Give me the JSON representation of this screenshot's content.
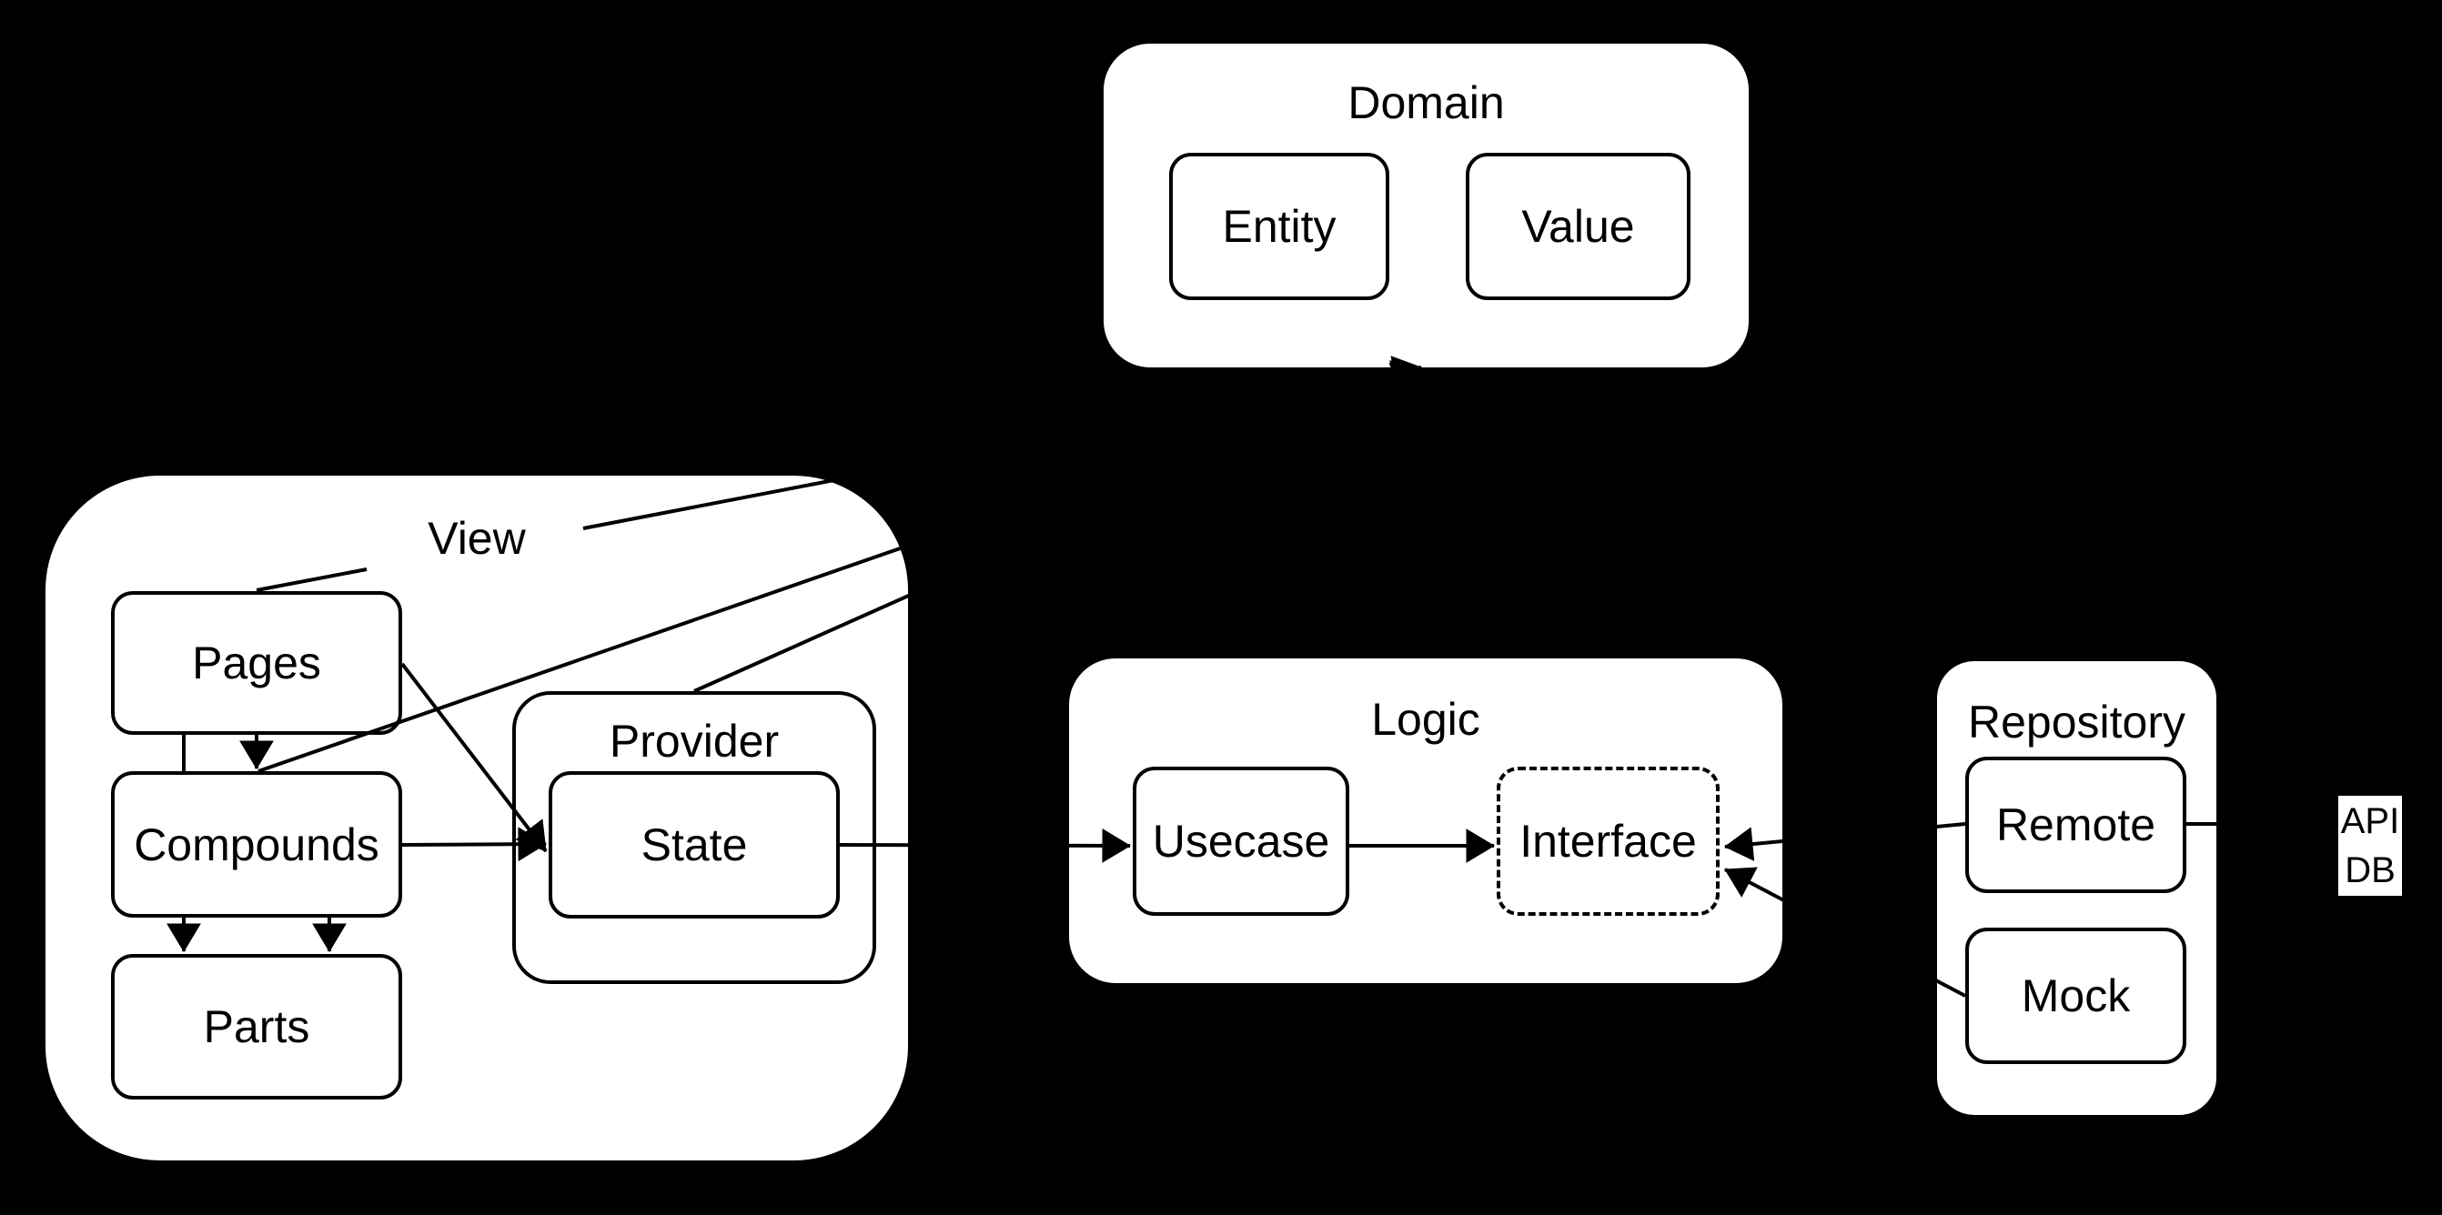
{
  "colors": {
    "background": "#000000",
    "shape_fill": "#ffffff",
    "stroke": "#000000"
  },
  "nodes": {
    "domain": {
      "label": "Domain"
    },
    "entity": {
      "label": "Entity"
    },
    "value": {
      "label": "Value"
    },
    "view": {
      "label": "View"
    },
    "pages": {
      "label": "Pages"
    },
    "compounds": {
      "label": "Compounds"
    },
    "parts": {
      "label": "Parts"
    },
    "provider": {
      "label": "Provider"
    },
    "state": {
      "label": "State"
    },
    "logic": {
      "label": "Logic"
    },
    "usecase": {
      "label": "Usecase"
    },
    "interface": {
      "label": "Interface"
    },
    "repository": {
      "label": "Repository"
    },
    "remote": {
      "label": "Remote"
    },
    "mock": {
      "label": "Mock"
    },
    "api_db": {
      "line1": "API",
      "line2": "DB"
    }
  },
  "edges": [
    {
      "from": "pages",
      "to": "domain"
    },
    {
      "from": "compounds",
      "to": "domain"
    },
    {
      "from": "provider",
      "to": "domain"
    },
    {
      "from": "pages",
      "to": "compounds",
      "style": "plain-line"
    },
    {
      "from": "pages",
      "to": "compounds",
      "style": "arrow"
    },
    {
      "from": "compounds",
      "to": "parts",
      "style": "arrow-left"
    },
    {
      "from": "compounds",
      "to": "parts",
      "style": "arrow-right"
    },
    {
      "from": "pages",
      "to": "state"
    },
    {
      "from": "compounds",
      "to": "state"
    },
    {
      "from": "state",
      "to": "usecase"
    },
    {
      "from": "usecase",
      "to": "interface"
    },
    {
      "from": "remote",
      "to": "interface"
    },
    {
      "from": "mock",
      "to": "interface"
    },
    {
      "from": "remote",
      "to": "api_db"
    }
  ]
}
